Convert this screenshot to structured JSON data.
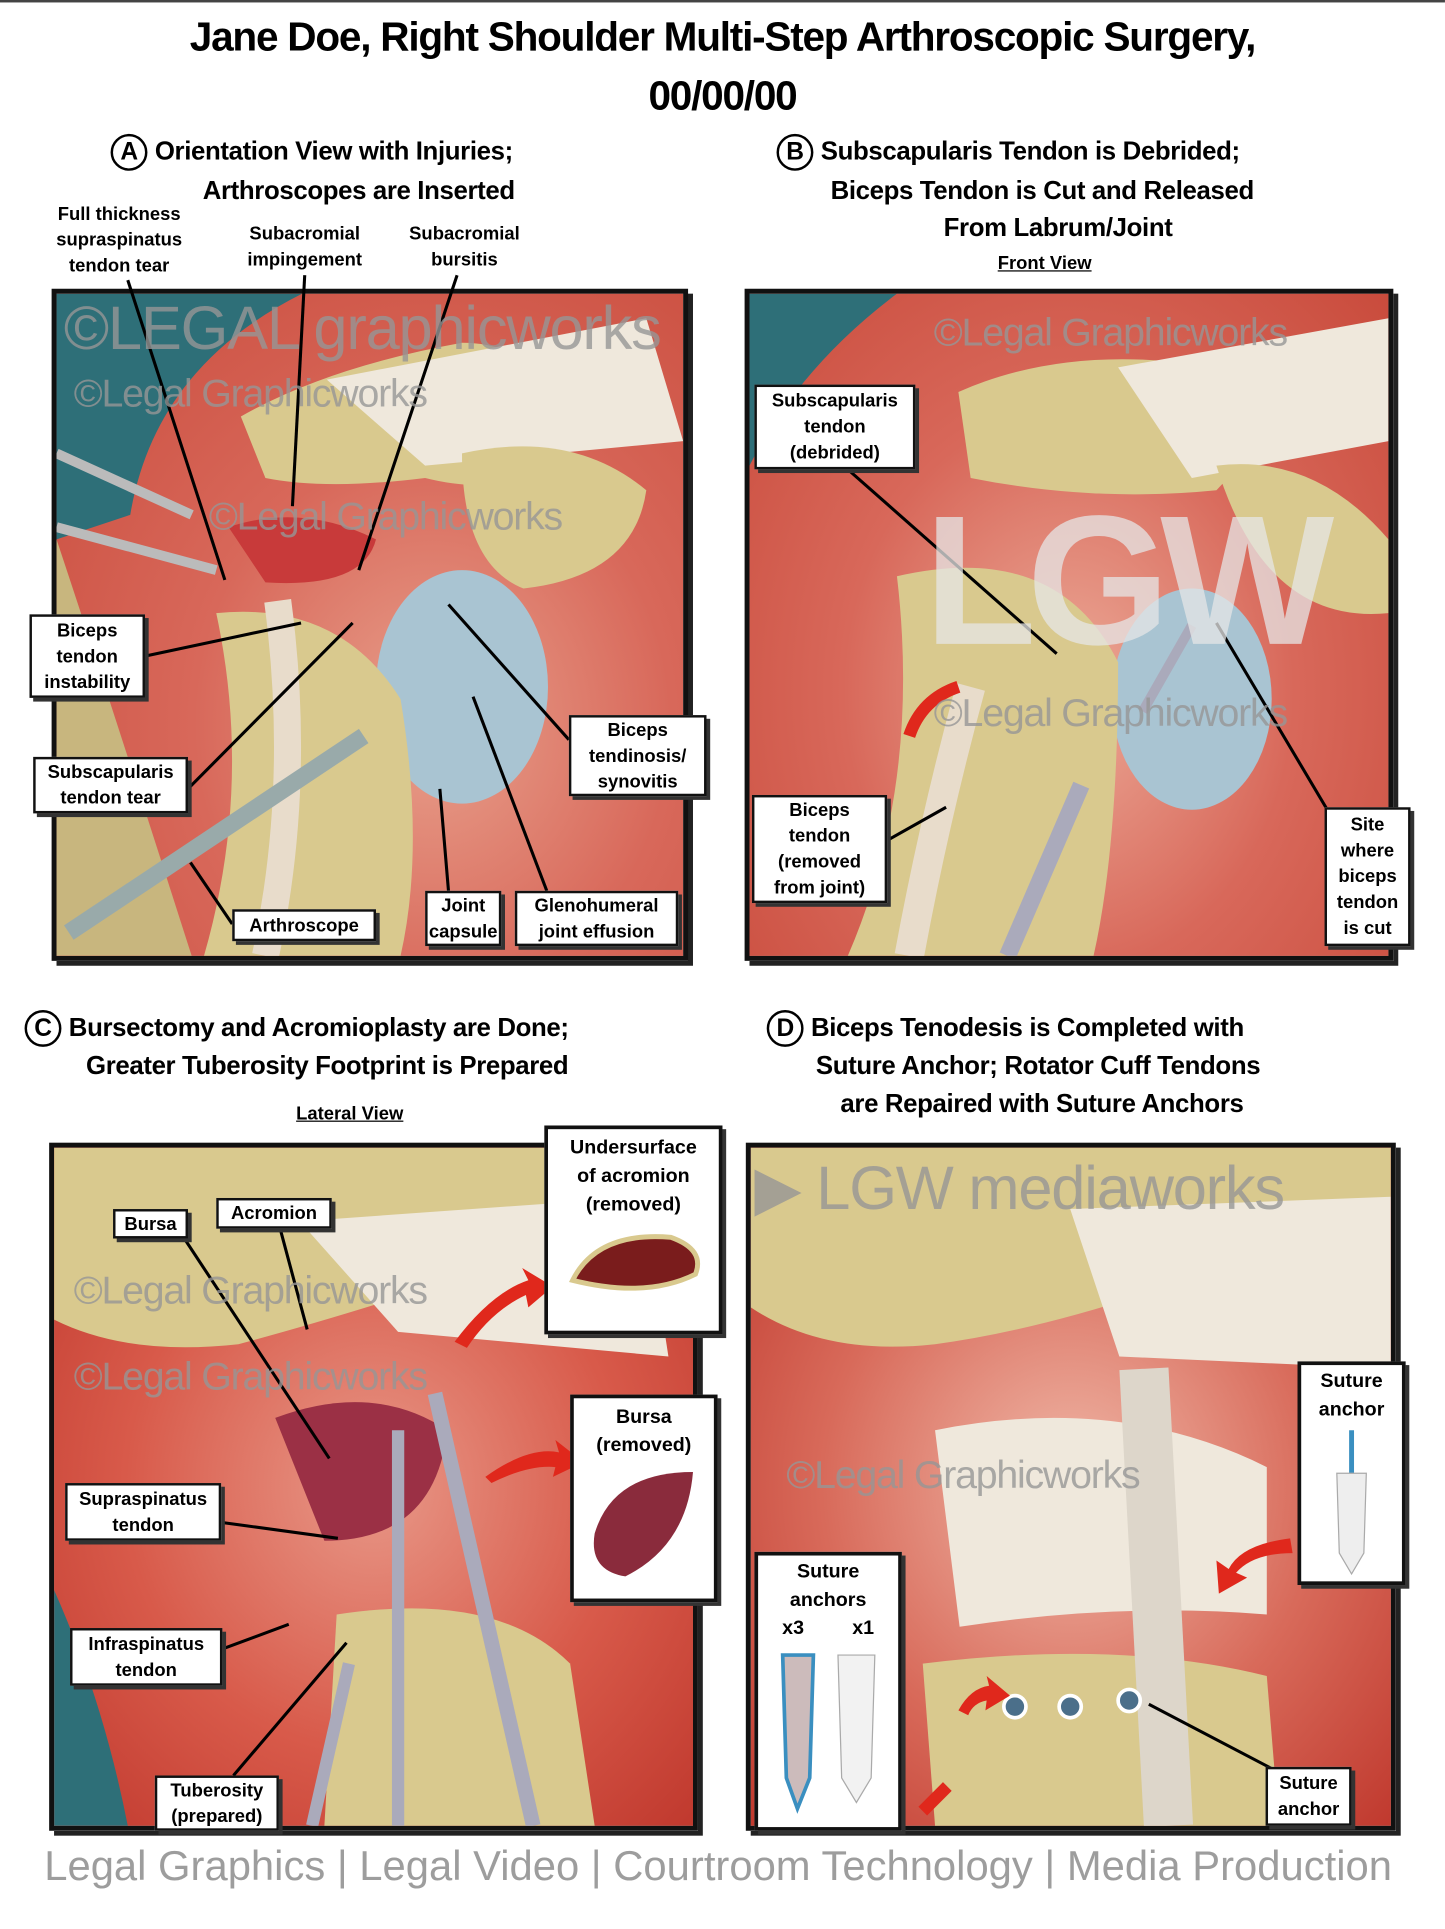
{
  "title": {
    "line1": "Jane Doe, Right Shoulder Multi-Step Arthroscopic Surgery,",
    "line2": "00/00/00"
  },
  "panels": {
    "a": {
      "letter": "A",
      "heading1": "Orientation View with Injuries;",
      "heading2": "Arthroscopes are Inserted",
      "labels": {
        "full_thickness": [
          "Full thickness",
          "supraspinatus",
          "tendon tear"
        ],
        "impingement": [
          "Subacromial",
          "impingement"
        ],
        "bursitis": [
          "Subacromial",
          "bursitis"
        ],
        "biceps_instability": [
          "Biceps",
          "tendon",
          "instability"
        ],
        "subscap_tear": [
          "Subscapularis",
          "tendon tear"
        ],
        "biceps_tendinosis": [
          "Biceps",
          "tendinosis/",
          "synovitis"
        ],
        "arthroscope": "Arthroscope",
        "joint_capsule": [
          "Joint",
          "capsule"
        ],
        "effusion": [
          "Glenohumeral",
          "joint effusion"
        ]
      }
    },
    "b": {
      "letter": "B",
      "heading1": "Subscapularis Tendon is Debrided;",
      "heading2": "Biceps Tendon is Cut and Released",
      "heading3": "From Labrum/Joint",
      "view": "Front View",
      "labels": {
        "subscap_debrided": [
          "Subscapularis",
          "tendon",
          "(debrided)"
        ],
        "biceps_removed": [
          "Biceps",
          "tendon",
          "(removed",
          "from joint)"
        ],
        "site_cut": [
          "Site",
          "where",
          "biceps",
          "tendon",
          "is cut"
        ]
      }
    },
    "c": {
      "letter": "C",
      "heading1": "Bursectomy and Acromioplasty are Done;",
      "heading2": "Greater Tuberosity Footprint is Prepared",
      "view": "Lateral View",
      "labels": {
        "undersurface": [
          "Undersurface",
          "of acromion",
          "(removed)"
        ],
        "bursa_removed": [
          "Bursa",
          "(removed)"
        ],
        "bursa": "Bursa",
        "acromion": "Acromion",
        "supraspinatus": [
          "Supraspinatus",
          "tendon"
        ],
        "infraspinatus": [
          "Infraspinatus",
          "tendon"
        ],
        "tuberosity": [
          "Tuberosity",
          "(prepared)"
        ]
      }
    },
    "d": {
      "letter": "D",
      "heading1": "Biceps Tenodesis is Completed with",
      "heading2": "Suture Anchor; Rotator Cuff Tendons",
      "heading3": "are Repaired with Suture Anchors",
      "labels": {
        "suture_anchor_top": [
          "Suture",
          "anchor"
        ],
        "suture_anchors": "Suture anchors",
        "x3": "x3",
        "x1": "x1",
        "suture_anchor_bottom": [
          "Suture",
          "anchor"
        ]
      }
    }
  },
  "watermarks": {
    "small": "©Legal Graphicworks",
    "big_logo": "LGW",
    "brand_left": "©LEGAL graphicworks",
    "brand_right": "LGW mediaworks",
    "footer": "Legal Graphics | Legal Video | Courtroom Technology | Media Production"
  },
  "colors": {
    "tissue_red": "#d9584a",
    "bone": "#d9c98e",
    "teal": "#2e6f78",
    "tendon": "#efe8dc",
    "arrow": "#e0281c"
  }
}
